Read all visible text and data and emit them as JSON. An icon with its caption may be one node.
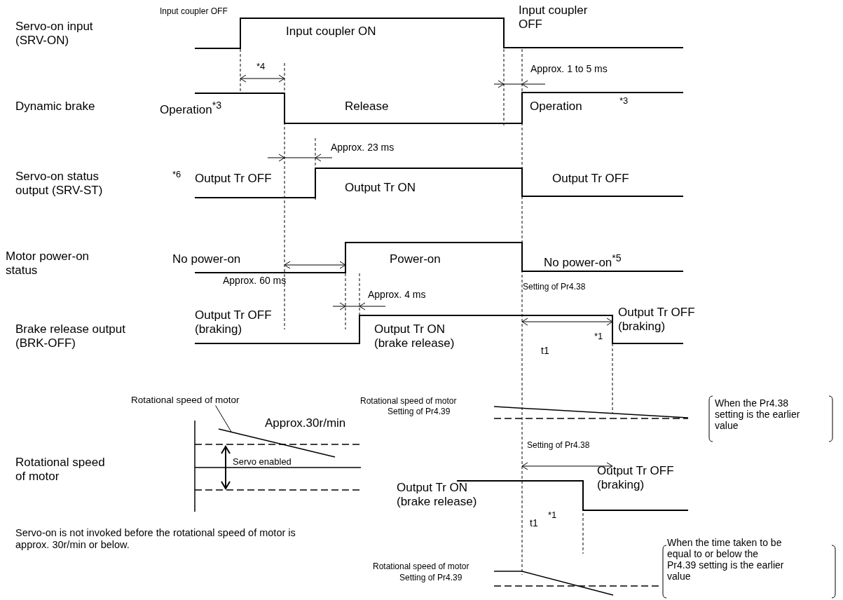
{
  "diagram": {
    "nodes": [
      {
        "text": [
          "Rotational speed of motor"
        ]
      },
      {
        "text": [],
        "shape": "line"
      }
    ],
    "edges": [
      {
        "from": 0,
        "to": 1,
        "arrow": "none"
      }
    ],
    "labels": [
      "Input coupler OFF",
      "Servo-on input (SRV-ON)",
      "Input coupler ON",
      "Input coupler OFF",
      "*4",
      "Approx. 1 to 5 ms",
      "Dynamic brake",
      "Operation$^{*3}$",
      "Release",
      "Operation",
      "*3",
      "Approx. 23 ms",
      "Servo-on status output (SRV-ST)",
      "*6",
      "Output Tr OFF",
      "Output Tr ON",
      "Output Tr OFF",
      "Motor power-on status",
      "No power-on",
      "Power-on",
      "No power-on$^{*5}$",
      "Approx. 60 ms",
      "Approx. 4 ms",
      "Setting of Pr4.38",
      "Output Tr OFF (braking)",
      "Brake release output (BRK-OFF)",
      "Output Tr ON (brake release)",
      "Output Tr OFF (braking)",
      "*1",
      "t1",
      "Rotational speed of motor",
      "Setting of Pr4.39",
      "When the Pr4.38 setting is the earlier value",
      "Approx.30r/min",
      "Setting of Pr4.38",
      "Rotational speed of motor",
      "Servo enabled",
      "Output Tr OFF (braking)",
      "Output Tr ON (brake release)",
      "t1",
      "*1",
      "Servo-on is not invoked before the rotational speed of motor is approx. 30r/min or below.",
      "When the time taken to be equal to or below the Pr4.39 setting is the earlier value",
      "Rotational speed of motor",
      "Setting of Pr4.39"
    ]
  }
}
